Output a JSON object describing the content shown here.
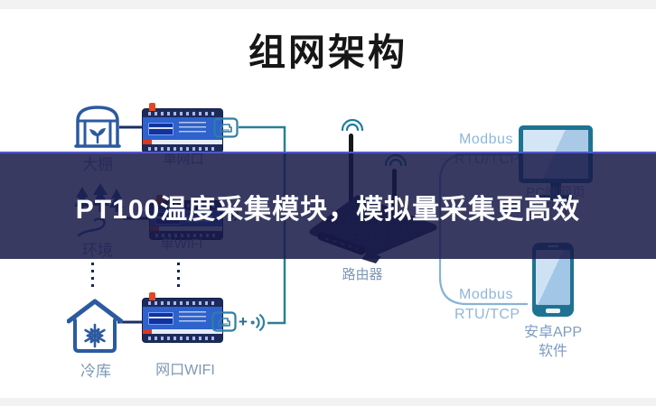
{
  "page": {
    "title": "组网架构"
  },
  "banner": {
    "text": "PT100温度采集模块，模拟量采集更高效"
  },
  "nodes": {
    "greenhouse": {
      "label": "大棚",
      "icon": "greenhouse-icon"
    },
    "device_lan": {
      "label": "单网口",
      "icon": "io-module-icon"
    },
    "environment": {
      "label": "环境",
      "icon": "forest-icon"
    },
    "device_wifi": {
      "label": "单WIFI",
      "icon": "io-module-icon"
    },
    "cold_storage": {
      "label": "冷库",
      "icon": "cold-storage-icon"
    },
    "device_lan_wifi": {
      "label": "网口WIFI",
      "icon": "io-module-icon"
    },
    "router": {
      "label": "路由器",
      "icon": "router-icon"
    },
    "pc": {
      "label_line1": "PC端网页",
      "label_line2": "平台",
      "icon": "monitor-icon"
    },
    "phone": {
      "label_line1": "安卓APP",
      "label_line2": "软件",
      "icon": "smartphone-icon"
    }
  },
  "connections": {
    "modbus_top": {
      "line1": "Modbus",
      "line2": "RTU/TCP"
    },
    "modbus_bottom": {
      "line1": "Modbus",
      "line2": "RTU/TCP"
    },
    "plus_sign": "+"
  },
  "colors": {
    "line_teal": "#2a7f96",
    "line_navy": "#1b2f66",
    "line_lightblue": "#8ab2d6",
    "icon_blue": "#2b5aa0",
    "label_blue_gray": "#7e97b4",
    "modbus_blue": "#8fb7d9",
    "banner_bg_rgba": "rgba(24,26,72,0.86)",
    "banner_border": "#5158cc",
    "banner_text": "#ffffff",
    "device_body": "#2e62cc",
    "device_frame": "#1d2a5c",
    "router_navy": "#262b4e",
    "screen_teal": "#1e7392",
    "antenna_red": "#e2481f",
    "gray_bar": "#f2f2f2"
  }
}
